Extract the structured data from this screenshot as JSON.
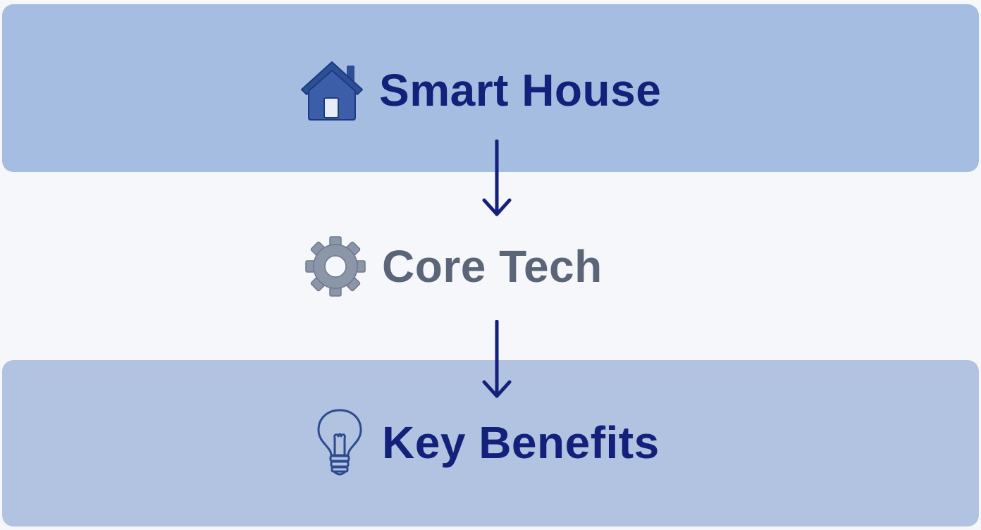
{
  "diagram": {
    "nodes": [
      {
        "label": "Smart House",
        "icon": "house-icon"
      },
      {
        "label": "Core Tech",
        "icon": "gear-icon"
      },
      {
        "label": "Key Benefits",
        "icon": "lightbulb-icon"
      }
    ],
    "edges": [
      {
        "from": "Smart House",
        "to": "Core Tech"
      },
      {
        "from": "Core Tech",
        "to": "Key Benefits"
      }
    ],
    "colors": {
      "band_top": "#a6bde2",
      "band_bottom": "#b1c3e1",
      "primary_text": "#14217a",
      "muted_text": "#5b6578",
      "arrow": "#14217a"
    }
  }
}
